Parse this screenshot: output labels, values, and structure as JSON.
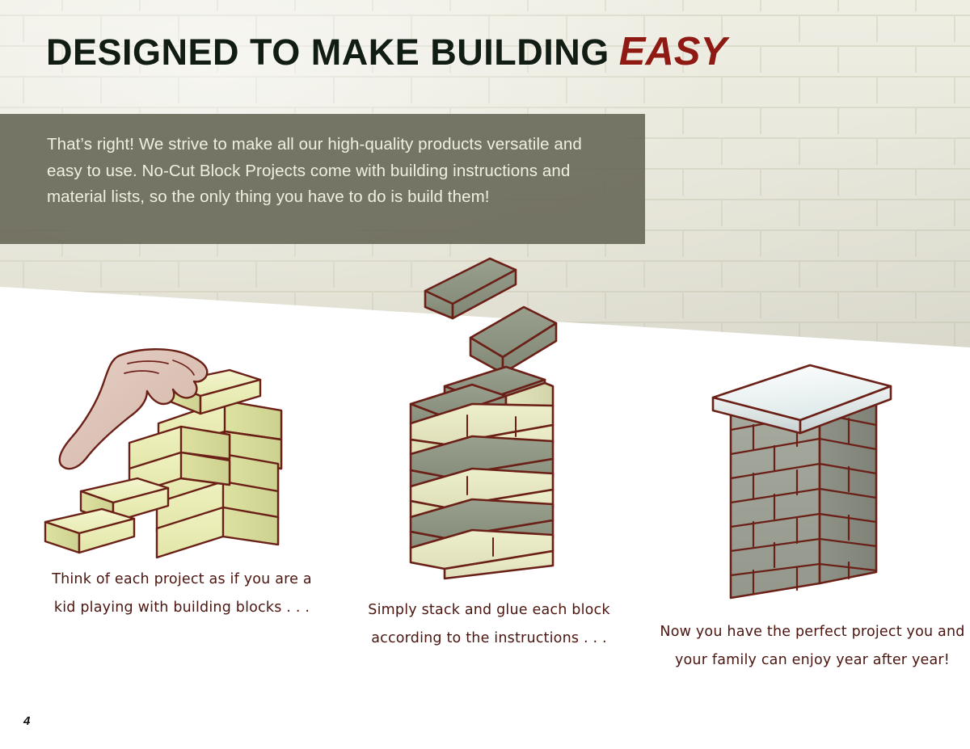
{
  "page": {
    "number": "4",
    "background_wall_color": "#e9e8da",
    "floor_color": "#ffffff"
  },
  "heading": {
    "main": "DESIGNED TO MAKE BUILDING",
    "emphasis": "EASY",
    "main_color": "#111d13",
    "emphasis_color": "#8e1a13"
  },
  "intro_band": {
    "background_color": "#6a6a5a",
    "text_color": "#eef0e0",
    "text": "That’s right! We strive to make  all our high-quality products versatile and easy to use. No-Cut Block Projects come with building instructions and material lists, so the only thing you have to do is build them!"
  },
  "figures": [
    {
      "id": "hand-stacking-wood-blocks",
      "caption_line1": "Think of each project as if you are a",
      "caption_line2": "kid playing with building blocks . . .",
      "block_color": "#e9ecb4",
      "outline_color": "#6b2017"
    },
    {
      "id": "stone-blocks-being-stacked",
      "caption_line1": "Simply stack and glue each block",
      "caption_line2": "according to the instructions . . .",
      "block_color": "#8e9484",
      "outline_color": "#6b2017"
    },
    {
      "id": "finished-capped-pillar",
      "caption_line1": "Now you have the perfect project you and",
      "caption_line2": "your family can enjoy year after year!",
      "block_color": "#9a9d91",
      "cap_color": "#eef4f4",
      "outline_color": "#6b2017"
    }
  ],
  "caption_color": "#4b1510"
}
